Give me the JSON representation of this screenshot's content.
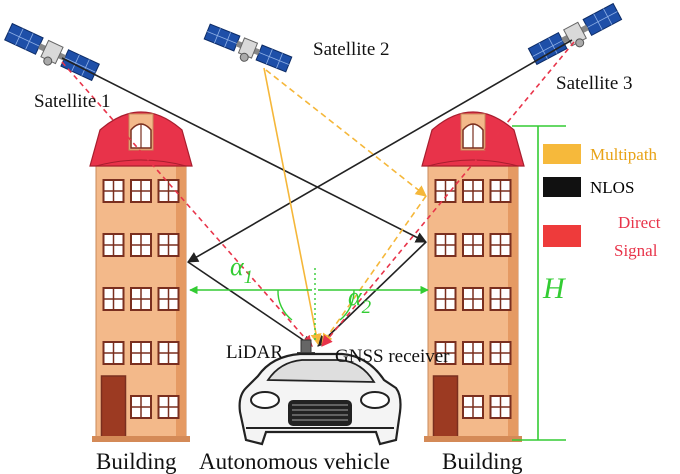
{
  "satellites": [
    {
      "id": "sat1",
      "label": "Satellite 1"
    },
    {
      "id": "sat2",
      "label": "Satellite 2"
    },
    {
      "id": "sat3",
      "label": "Satellite 3"
    }
  ],
  "labels": {
    "lidar": "LiDAR",
    "gnss_receiver": "GNSS receiver",
    "building_left": "Building",
    "building_right": "Building",
    "vehicle": "Autonomous vehicle",
    "height": "H",
    "alpha1_sym": "α",
    "alpha1_sub": "1",
    "alpha2_sym": "α",
    "alpha2_sub": "2"
  },
  "legend": [
    {
      "id": "multipath",
      "label": "Multipath",
      "color": "#f6b93b",
      "text_color": "#e8a317"
    },
    {
      "id": "nlos",
      "label": "NLOS",
      "color": "#111111",
      "text_color": "#000000"
    },
    {
      "id": "direct",
      "label_line1": "Direct",
      "label_line2": "Signal",
      "color": "#ee3b3b",
      "text_color": "#e8344a"
    }
  ],
  "colors": {
    "multipath": "#f5b73a",
    "nlos": "#222222",
    "direct": "#e8344a",
    "angle": "#33cc33",
    "building_wall": "#f3b98a",
    "building_shade": "#e59a63",
    "roof": "#e8334a",
    "window": "#7a2f1f"
  }
}
